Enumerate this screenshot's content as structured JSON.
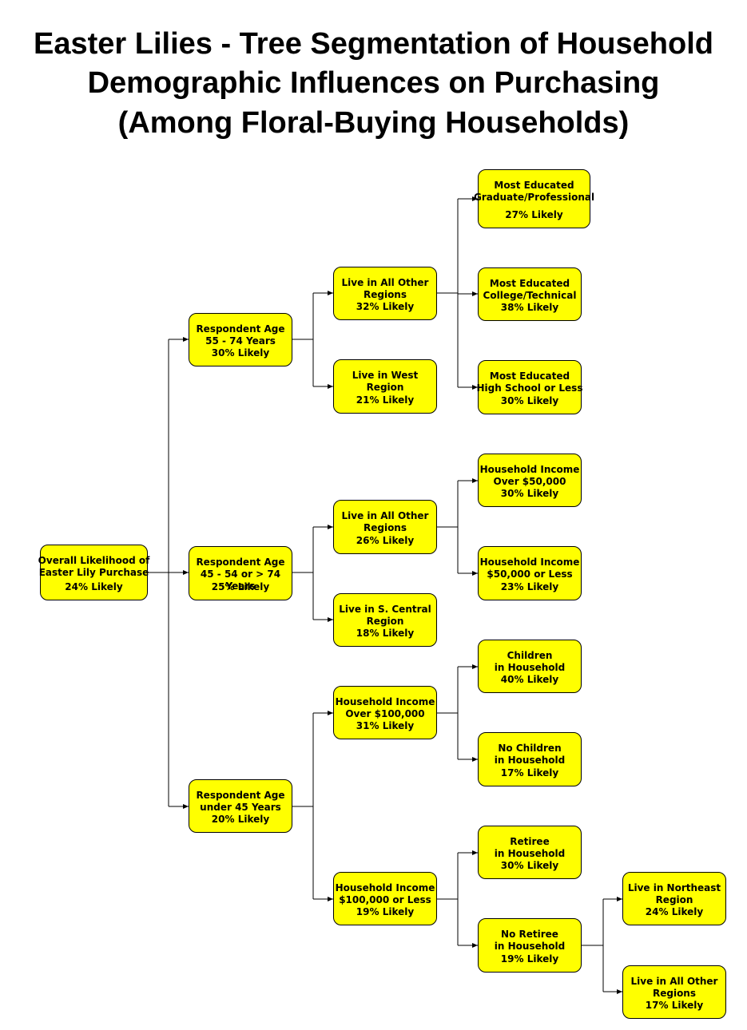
{
  "title": {
    "line1": "Easter Lilies - Tree Segmentation of Household",
    "line2": "Demographic Influences on Purchasing",
    "line3": "(Among Floral-Buying Households)"
  },
  "nodes": {
    "root": {
      "label": "Overall Likelihood of\nEaster Lily Purchase",
      "pct": "24% Likely"
    },
    "age_55_74": {
      "label": "Respondent Age\n55 - 74 Years",
      "pct": "30% Likely"
    },
    "age_45_54": {
      "label": "Respondent Age\n45 - 54 or > 74 Years",
      "pct": "25% Likely"
    },
    "age_u45": {
      "label": "Respondent Age\nunder 45 Years",
      "pct": "20% Likely"
    },
    "other_regions_a": {
      "label": "Live in All Other\nRegions",
      "pct": "32% Likely"
    },
    "west": {
      "label": "Live in West\nRegion",
      "pct": "21% Likely"
    },
    "other_regions_b": {
      "label": "Live in All Other\nRegions",
      "pct": "26% Likely"
    },
    "s_central": {
      "label": "Live in S. Central\nRegion",
      "pct": "18% Likely"
    },
    "inc_over_100k": {
      "label": "Household Income\nOver $100,000",
      "pct": "31% Likely"
    },
    "inc_100k_less": {
      "label": "Household Income\n$100,000 or Less",
      "pct": "19% Likely"
    },
    "edu_grad": {
      "label": "Most Educated\nGraduate/Professional",
      "pct": "27% Likely"
    },
    "edu_college": {
      "label": "Most Educated\nCollege/Technical",
      "pct": "38% Likely"
    },
    "edu_hs": {
      "label": "Most Educated\nHigh School or Less",
      "pct": "30% Likely"
    },
    "inc_over_50k": {
      "label": "Household Income\nOver $50,000",
      "pct": "30% Likely"
    },
    "inc_50k_less": {
      "label": "Household Income\n$50,000 or Less",
      "pct": "23% Likely"
    },
    "children": {
      "label": "Children\nin Household",
      "pct": "40% Likely"
    },
    "no_children": {
      "label": "No Children\nin Household",
      "pct": "17% Likely"
    },
    "retiree": {
      "label": "Retiree\nin Household",
      "pct": "30% Likely"
    },
    "no_retiree": {
      "label": "No Retiree\nin Household",
      "pct": "19% Likely"
    },
    "northeast": {
      "label": "Live in Northeast\nRegion",
      "pct": "24% Likely"
    },
    "other_regions_c": {
      "label": "Live in All Other\nRegions",
      "pct": "17% Likely"
    }
  },
  "colors": {
    "node_fill": "#ffff00",
    "line": "#000000"
  }
}
